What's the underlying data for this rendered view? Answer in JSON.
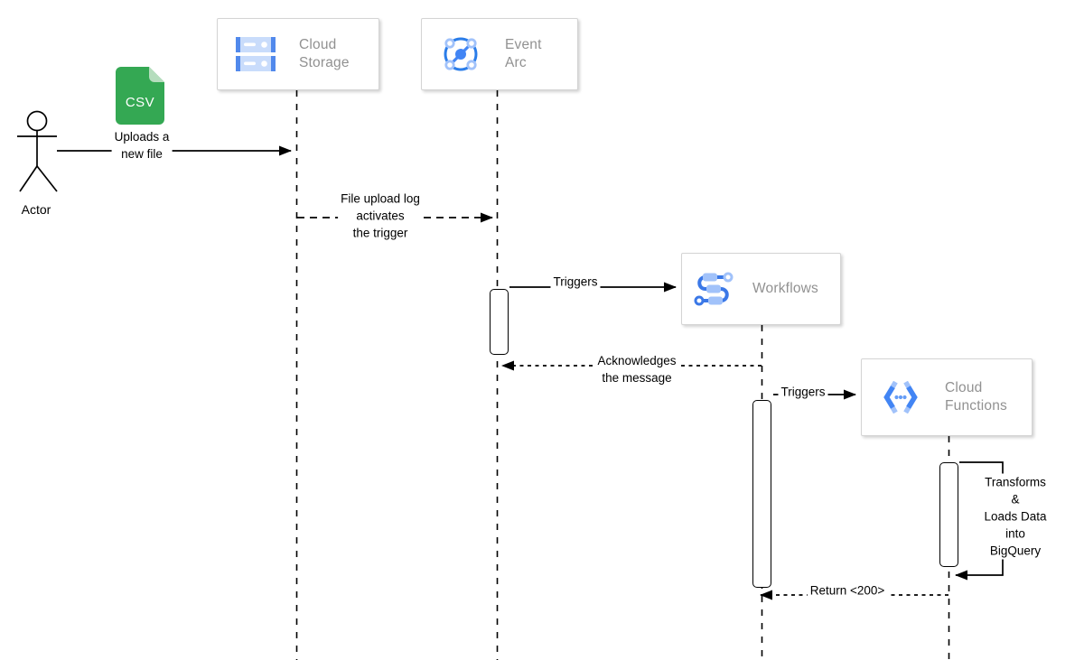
{
  "diagram": {
    "actor": {
      "label": "Actor"
    },
    "csv_file": {
      "label": "CSV"
    },
    "nodes": [
      {
        "id": "cloud-storage",
        "label": "Cloud\nStorage"
      },
      {
        "id": "event-arc",
        "label": "Event\nArc"
      },
      {
        "id": "workflows",
        "label": "Workflows"
      },
      {
        "id": "cloud-functions",
        "label": "Cloud\nFunctions"
      }
    ],
    "messages": [
      {
        "id": "uploads-new-file",
        "label": "Uploads a\nnew file",
        "type": "solid"
      },
      {
        "id": "file-upload-log",
        "label": "File upload log\nactivates\nthe trigger",
        "type": "dashed"
      },
      {
        "id": "triggers-workflows",
        "label": "Triggers",
        "type": "solid"
      },
      {
        "id": "acknowledges",
        "label": "Acknowledges\nthe message",
        "type": "dashed"
      },
      {
        "id": "triggers-functions",
        "label": "Triggers",
        "type": "solid"
      },
      {
        "id": "transforms-loads",
        "label": "Transforms &\nLoads Data\ninto BigQuery",
        "type": "self-loop"
      },
      {
        "id": "return-200",
        "label": "Return <200>",
        "type": "dashed"
      }
    ],
    "colors": {
      "google_blue": "#4285f4",
      "arc_blue": "#2b7de9",
      "light_blue": "#a1c2fa",
      "csv_green": "#34a853",
      "node_label_gray": "#919191"
    }
  }
}
